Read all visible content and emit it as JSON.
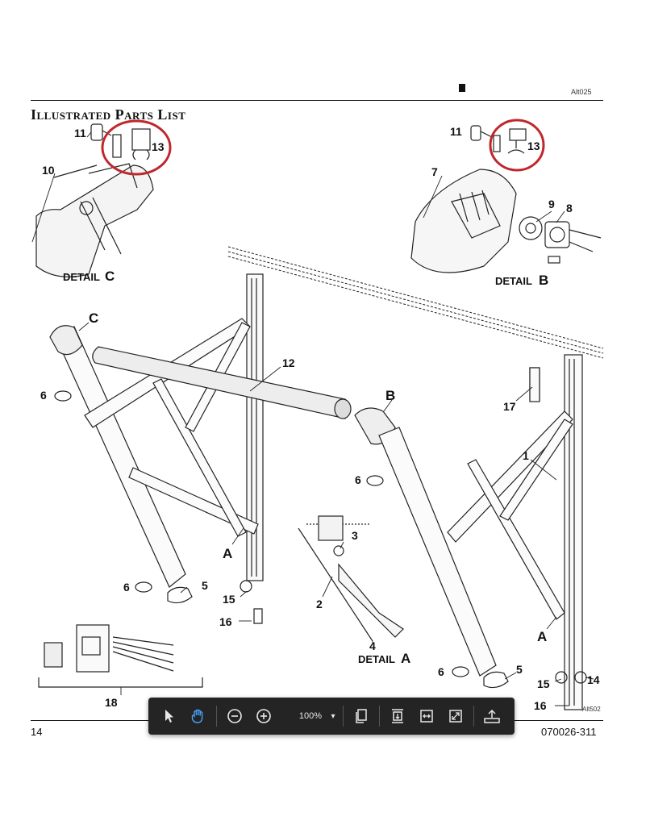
{
  "header": {
    "code": "Alt025"
  },
  "title": "Illustrated Parts List",
  "labels": {
    "n11a": "11",
    "n13a": "13",
    "n10": "10",
    "detailC": "DETAIL",
    "detailC_letter": "C",
    "n11b": "11",
    "n13b": "13",
    "n7": "7",
    "n9": "9",
    "n8": "8",
    "detailB": "DETAIL",
    "detailB_letter": "B",
    "C": "C",
    "n12": "12",
    "B": "B",
    "n17": "17",
    "n1": "1",
    "n6a": "6",
    "n6b": "6",
    "n6c": "6",
    "n6d": "6",
    "A1": "A",
    "A2": "A",
    "n5a": "5",
    "n5b": "5",
    "n15a": "15",
    "n16a": "16",
    "n3": "3",
    "n2": "2",
    "n4": "4",
    "detailA": "DETAIL",
    "detailA_letter": "A",
    "n18": "18",
    "n15b": "15",
    "n14": "14",
    "n16b": "16",
    "alt502": "Alt502"
  },
  "footer": {
    "page": "14",
    "doc_number": "070026-311"
  },
  "toolbar": {
    "zoom": "100%",
    "tools": [
      "select-tool",
      "pan-tool",
      "zoom-out",
      "zoom-in",
      "page-view",
      "fit-page",
      "fit-width",
      "full-screen",
      "export"
    ]
  }
}
